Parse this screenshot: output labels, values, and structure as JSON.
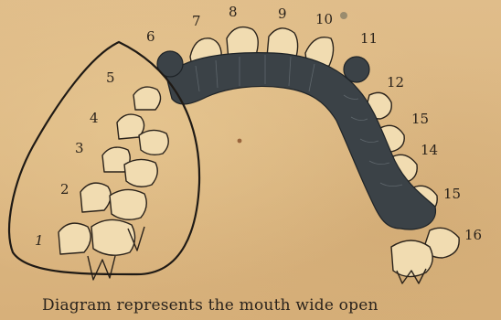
{
  "caption": "Diagram represents the mouth wide open",
  "tooth_numbers": [
    "1",
    "2",
    "3",
    "4",
    "5",
    "6",
    "7",
    "8",
    "9",
    "10",
    "11",
    "12",
    "15",
    "14",
    "15",
    "16"
  ],
  "colors": {
    "paper": "#dcb783",
    "ink": "#2b231b",
    "denture_fill": "#3b4247"
  }
}
